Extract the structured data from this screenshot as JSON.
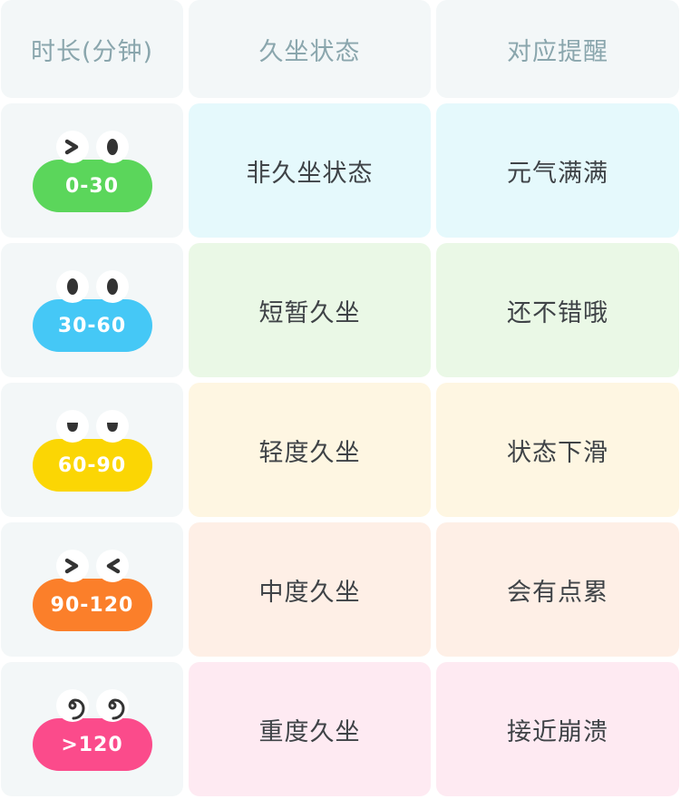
{
  "header": {
    "col1": "时长(分钟)",
    "col2": "久坐状态",
    "col3": "对应提醒"
  },
  "rows": [
    {
      "range": "0-30",
      "status": "非久坐状态",
      "reminder": "元气满满",
      "color": "#5bd65b",
      "row_bg": "#e5f9fc",
      "eyes": [
        "squint-right-icon",
        "oval-eye-icon"
      ]
    },
    {
      "range": "30-60",
      "status": "短暂久坐",
      "reminder": "还不错哦",
      "color": "#45c8f6",
      "row_bg": "#eaf8e6",
      "eyes": [
        "oval-eye-icon",
        "oval-eye-icon"
      ]
    },
    {
      "range": "60-90",
      "status": "轻度久坐",
      "reminder": "状态下滑",
      "color": "#fbd604",
      "row_bg": "#fef6e2",
      "eyes": [
        "sleepy-eye-icon",
        "sleepy-eye-icon"
      ]
    },
    {
      "range": "90-120",
      "status": "中度久坐",
      "reminder": "会有点累",
      "color": "#fb7f2a",
      "row_bg": "#feefe6",
      "eyes": [
        "squint-right-icon",
        "squint-left-icon"
      ]
    },
    {
      "range": ">120",
      "status": "重度久坐",
      "reminder": "接近崩溃",
      "color": "#fb4b8b",
      "row_bg": "#feeaf2",
      "eyes": [
        "spiral-eye-icon",
        "spiral-eye-icon"
      ]
    }
  ]
}
